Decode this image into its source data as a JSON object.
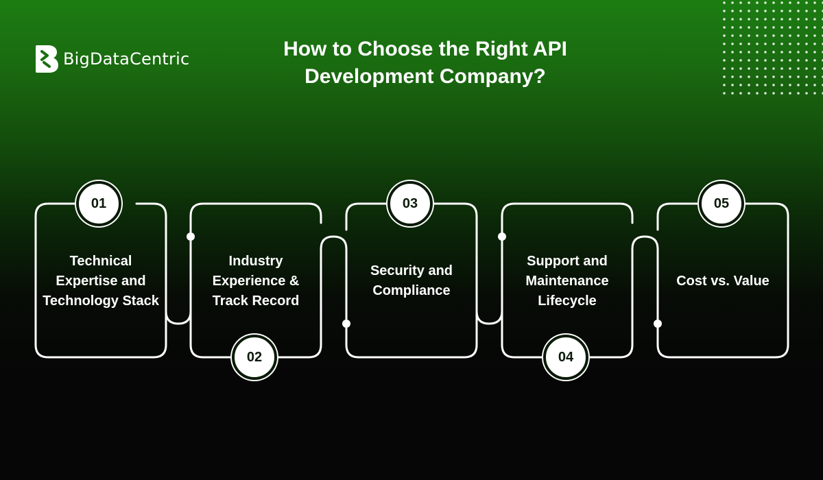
{
  "brand": {
    "name": "BigDataCentric",
    "logo_icon": "b-logo-icon"
  },
  "title": "How to Choose the Right API Development Company?",
  "steps": [
    {
      "number": "01",
      "label": "Technical Expertise and Technology Stack"
    },
    {
      "number": "02",
      "label": "Industry Experience & Track Record"
    },
    {
      "number": "03",
      "label": "Security and Compliance"
    },
    {
      "number": "04",
      "label": "Support and Maintenance Lifecycle"
    },
    {
      "number": "05",
      "label": "Cost vs. Value"
    }
  ],
  "colors": {
    "background_top": "#1c7d12",
    "background_bottom": "#060606",
    "line": "#ffffff",
    "text": "#ffffff",
    "badge_text": "#0b1a09"
  }
}
